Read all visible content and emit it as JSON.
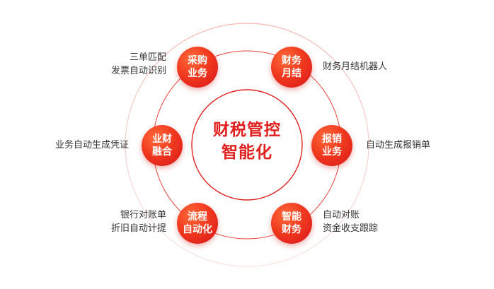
{
  "center": {
    "line1": "财税管控",
    "line2": "智能化"
  },
  "nodes": [
    {
      "id": "procurement",
      "line1": "采购",
      "line2": "业务",
      "desc": [
        "三单匹配",
        "发票自动识别"
      ]
    },
    {
      "id": "finance-month",
      "line1": "财务",
      "line2": "月结",
      "desc": [
        "财务月结机器人"
      ]
    },
    {
      "id": "business-finance",
      "line1": "业财",
      "line2": "融合",
      "desc": [
        "业务自动生成凭证"
      ]
    },
    {
      "id": "reimbursement",
      "line1": "报销",
      "line2": "业务",
      "desc": [
        "自动生成报销单"
      ]
    },
    {
      "id": "process-automation",
      "line1": "流程",
      "line2": "自动化",
      "desc": [
        "银行对账单",
        "折旧自动计提"
      ]
    },
    {
      "id": "smart-finance",
      "line1": "智能",
      "line2": "财务",
      "desc": [
        "自动对账",
        "资金收支跟踪"
      ]
    }
  ],
  "colors": {
    "accent": "#e0201e",
    "ring": "#e8403a",
    "text": "#333333"
  }
}
